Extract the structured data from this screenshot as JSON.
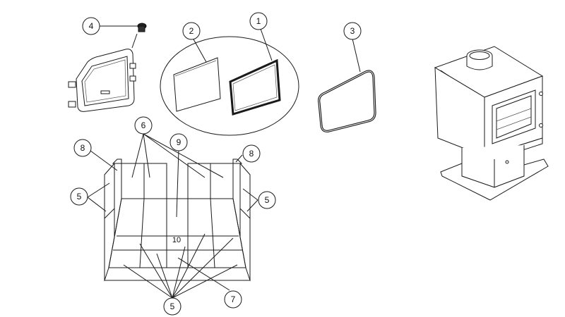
{
  "diagram": {
    "callouts": {
      "c1": "1",
      "c2": "2",
      "c3": "3",
      "c4": "4",
      "c5_left": "5",
      "c5_right": "5",
      "c5_bottom": "5",
      "c6": "6",
      "c7": "7",
      "c8_left": "8",
      "c8_right": "8",
      "c9": "9"
    },
    "inline_labels": {
      "floor_center": "10"
    },
    "parts": [
      "door-assembly",
      "glass-panel",
      "glass-gasket",
      "door-gasket-rope",
      "door-handle-knob",
      "firebrick-liner",
      "stove-body"
    ]
  }
}
